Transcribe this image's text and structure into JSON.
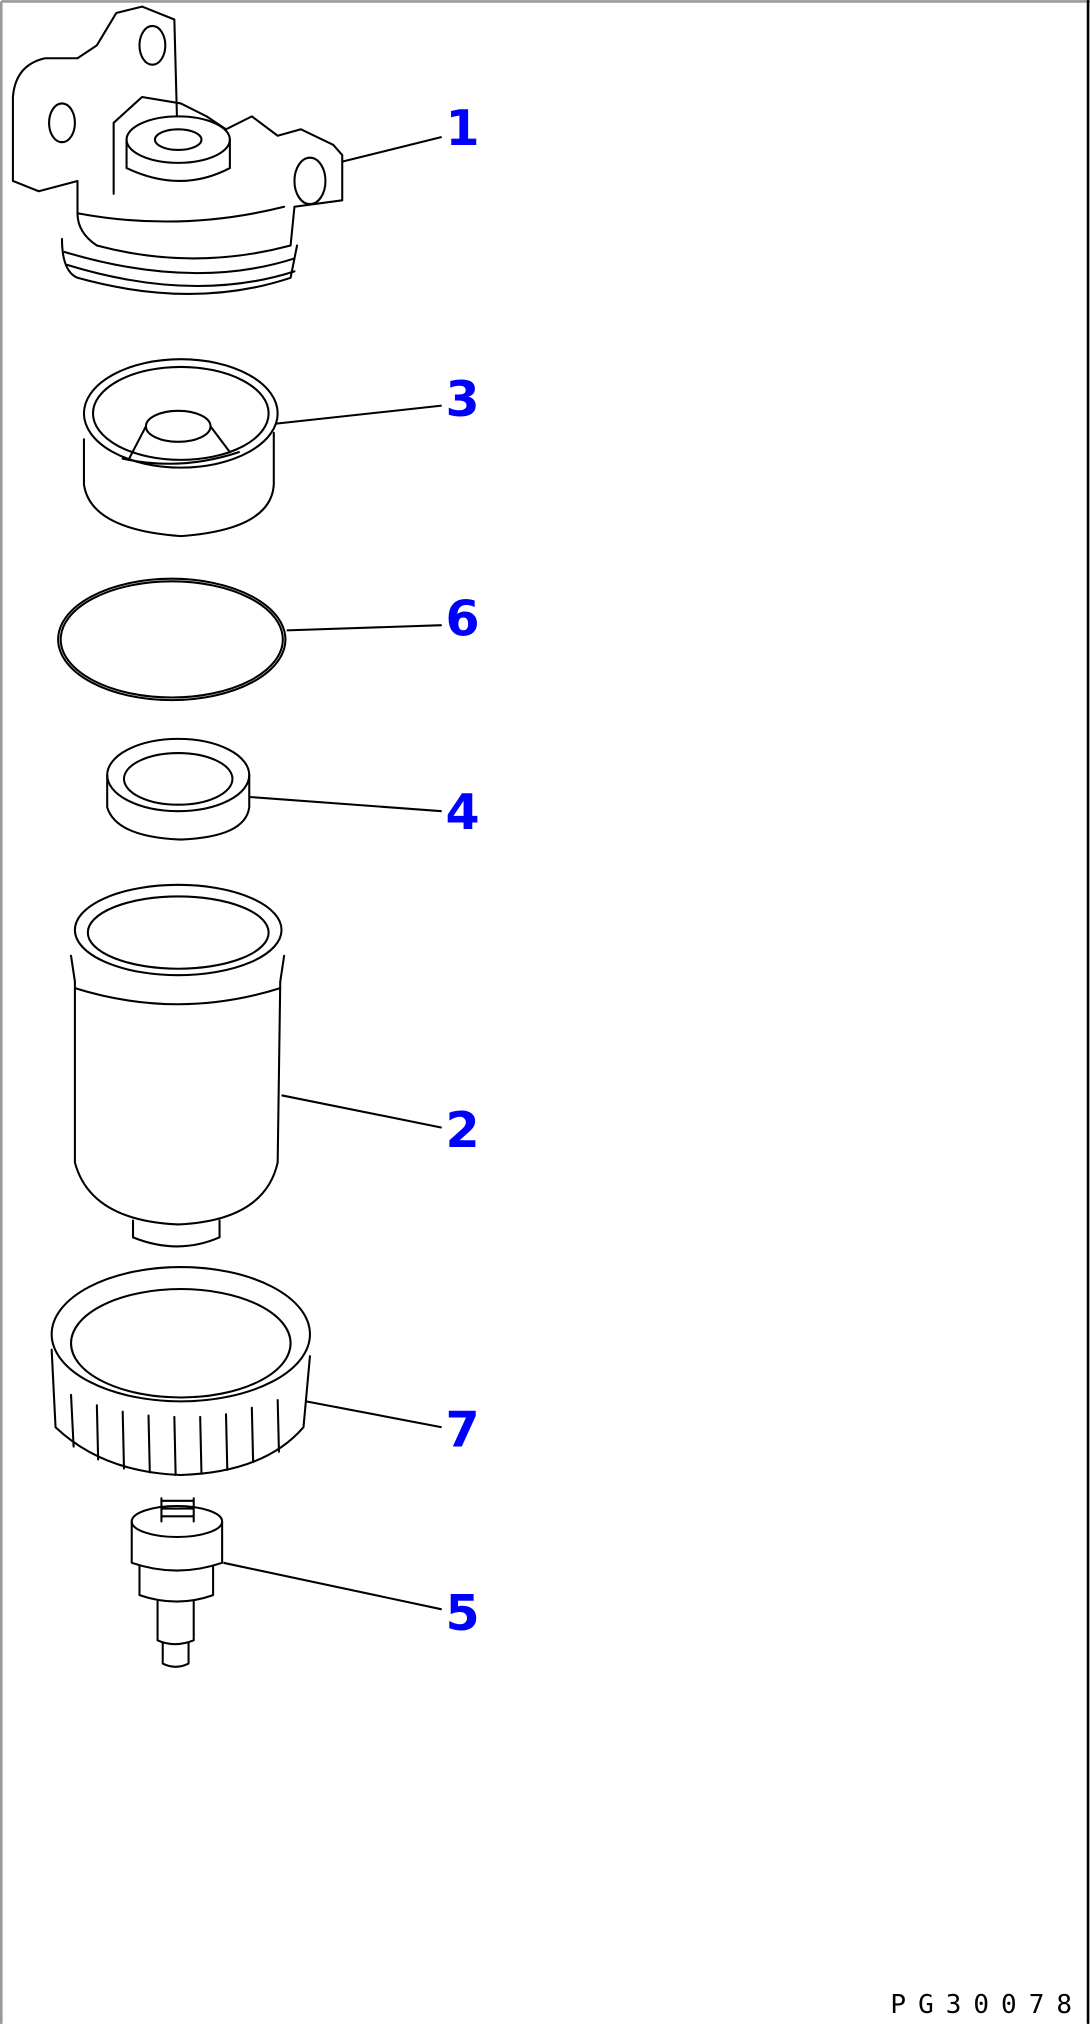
{
  "diagram": {
    "drawing_code": "PG30078",
    "callouts": [
      {
        "number": "1",
        "part": "filter-head"
      },
      {
        "number": "3",
        "part": "cup"
      },
      {
        "number": "6",
        "part": "o-ring"
      },
      {
        "number": "4",
        "part": "ring"
      },
      {
        "number": "2",
        "part": "filter-element"
      },
      {
        "number": "7",
        "part": "retaining-nut"
      },
      {
        "number": "5",
        "part": "drain-plug"
      }
    ],
    "colors": {
      "callout": "#0000ff",
      "line": "#000000",
      "frame_left_top": "#999999",
      "frame_right": "#000000"
    }
  }
}
